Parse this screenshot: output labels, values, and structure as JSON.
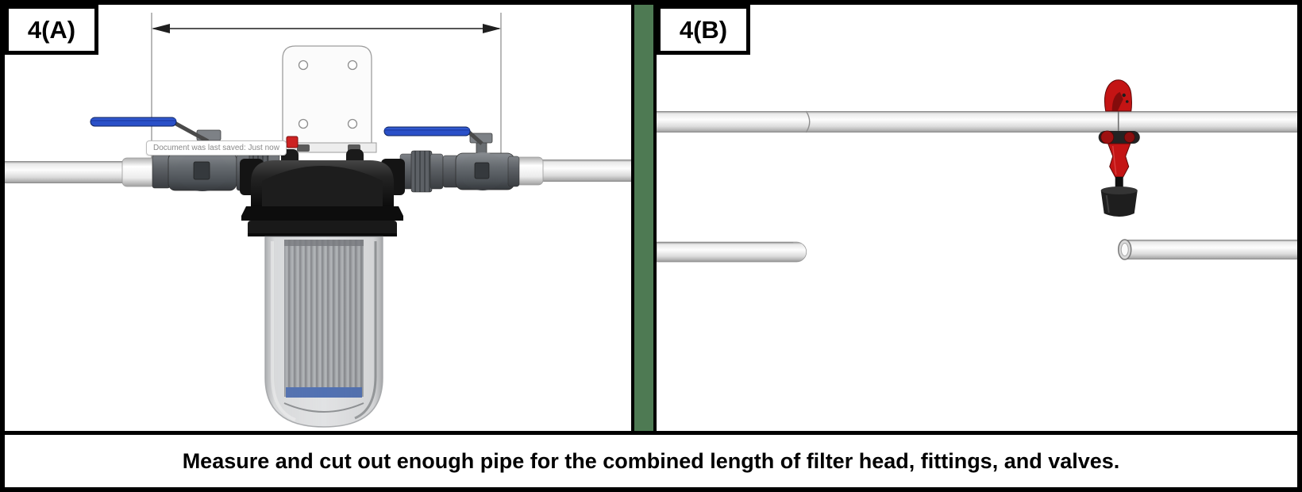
{
  "figure": {
    "panels": [
      {
        "id": "4a",
        "label": "4(A)"
      },
      {
        "id": "4b",
        "label": "4(B)"
      }
    ],
    "tooltip": "Document was last saved: Just now",
    "caption": "Measure and cut out enough pipe for the combined length of filter head, fittings, and valves."
  },
  "colors": {
    "divider-green": "#4e7a53",
    "valve-handle-blue": "#2a50c8",
    "cutter-red": "#c41414",
    "relief-button-red": "#cc2222",
    "cartridge-band-blue": "#2d55a8"
  }
}
